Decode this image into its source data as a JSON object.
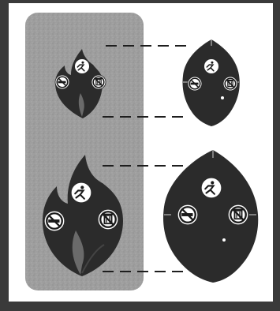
{
  "diagram": {
    "colors": {
      "frame": "#3a3a3a",
      "panel": "#9e9e9e",
      "panel_texture": "#8f8f8f",
      "shape": "#2b2b2b",
      "shape_highlight": "#4a4a4a",
      "badge": "#ffffff",
      "connector": "#1e1e1e"
    },
    "icons": [
      "figure-icon",
      "no-smoking-icon",
      "no-bin-icon"
    ],
    "groups": [
      {
        "name": "small",
        "left_shape": "flame-cluster",
        "right_shape": "gem-shape"
      },
      {
        "name": "large",
        "left_shape": "flame-cluster",
        "right_shape": "gem-shape"
      }
    ]
  }
}
